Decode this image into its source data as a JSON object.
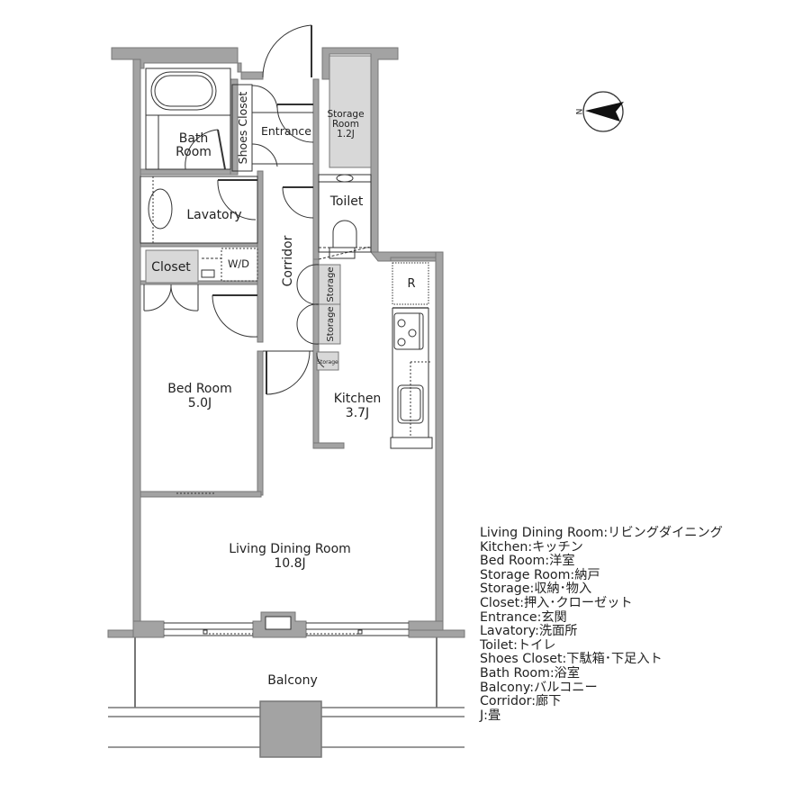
{
  "colors": {
    "wall": "#a3a3a3",
    "wall_stroke": "#777777",
    "shaded_room": "#d8d8d8",
    "line": "#333333",
    "background": "#ffffff"
  },
  "compass": {
    "label": "N",
    "icon": "north-arrow-icon"
  },
  "rooms": {
    "bath": {
      "name_line1": "Bath",
      "name_line2": "Room"
    },
    "shoes_closet": {
      "name": "Shoes Closet"
    },
    "entrance": {
      "name": "Entrance"
    },
    "storage_room": {
      "name_line1": "Storage",
      "name_line2": "Room",
      "area": "1.2J"
    },
    "lavatory": {
      "name": "Lavatory"
    },
    "wd": {
      "name": "W/D"
    },
    "closet": {
      "name": "Closet"
    },
    "corridor": {
      "name": "Corridor"
    },
    "toilet": {
      "name": "Toilet"
    },
    "storage_upper": {
      "name": "Storage"
    },
    "storage_lower": {
      "name": "Storage"
    },
    "storage_small": {
      "name": "Storage"
    },
    "refrigerator": {
      "name": "R"
    },
    "bed": {
      "name": "Bed Room",
      "area": "5.0J"
    },
    "kitchen": {
      "name": "Kitchen",
      "area": "3.7J"
    },
    "ldk": {
      "name": "Living Dining Room",
      "area": "10.8J"
    },
    "balcony": {
      "name": "Balcony"
    }
  },
  "legend": [
    "Living Dining Room:リビングダイニング",
    "Kitchen:キッチン",
    "Bed Room:洋室",
    "Storage Room:納戸",
    "Storage:収納･物入",
    "Closet:押入･クローゼット",
    "Entrance:玄関",
    "Lavatory:洗面所",
    "Toilet:トイレ",
    "Shoes Closet:下駄箱･下足入ト",
    "Bath Room:浴室",
    "Balcony:バルコニー",
    "Corridor:廊下",
    "J:畳"
  ]
}
